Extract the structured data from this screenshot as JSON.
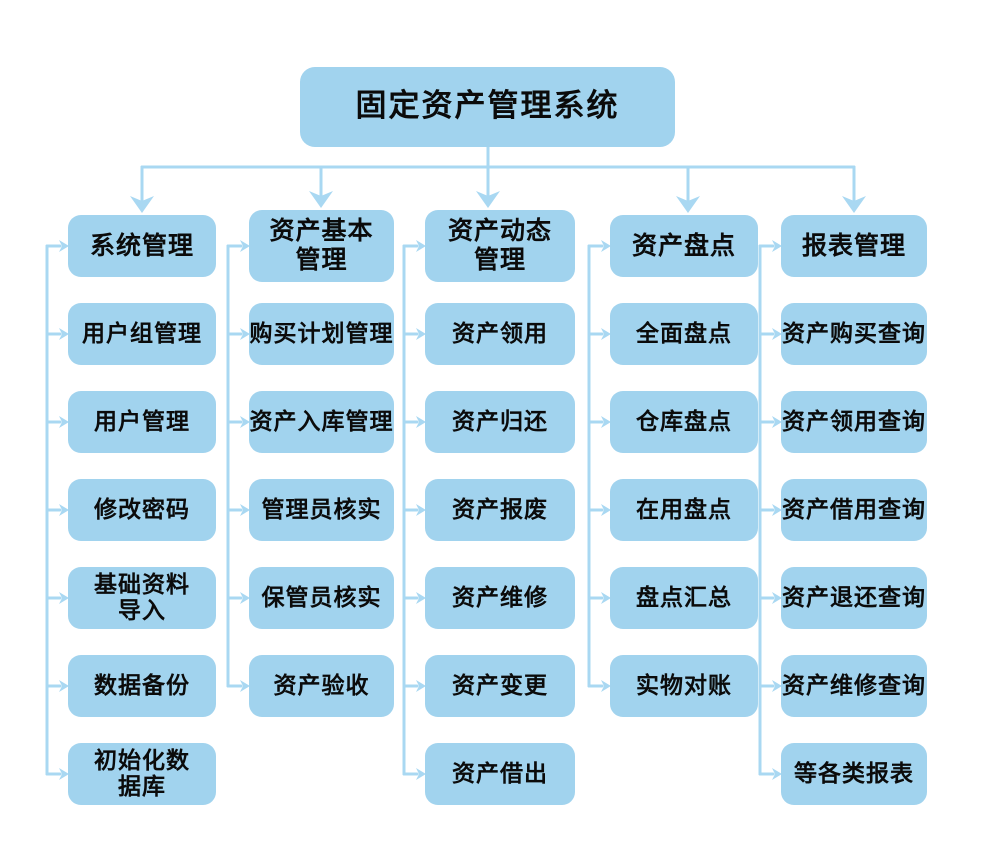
{
  "title": "固定资产管理系统",
  "root": {
    "label": "固定资产管理系统"
  },
  "columns": [
    {
      "header": "系统管理",
      "items": [
        "用户组管理",
        "用户管理",
        "修改密码",
        "基础资料\n导入",
        "数据备份",
        "初始化数\n据库"
      ]
    },
    {
      "header": "资产基本\n管理",
      "items": [
        "购买计划管理",
        "资产入库管理",
        "管理员核实",
        "保管员核实",
        "资产验收"
      ]
    },
    {
      "header": "资产动态\n管理",
      "items": [
        "资产领用",
        "资产归还",
        "资产报废",
        "资产维修",
        "资产变更",
        "资产借出"
      ]
    },
    {
      "header": "资产盘点",
      "items": [
        "全面盘点",
        "仓库盘点",
        "在用盘点",
        "盘点汇总",
        "实物对账"
      ]
    },
    {
      "header": "报表管理",
      "items": [
        "资产购买查询",
        "资产领用查询",
        "资产借用查询",
        "资产退还查询",
        "资产维修查询",
        "等各类报表"
      ]
    }
  ],
  "colors": {
    "node_fill": "#a1d3ee",
    "connector": "#a9d8f2",
    "text": "#0b0b0b",
    "background": "#ffffff"
  }
}
